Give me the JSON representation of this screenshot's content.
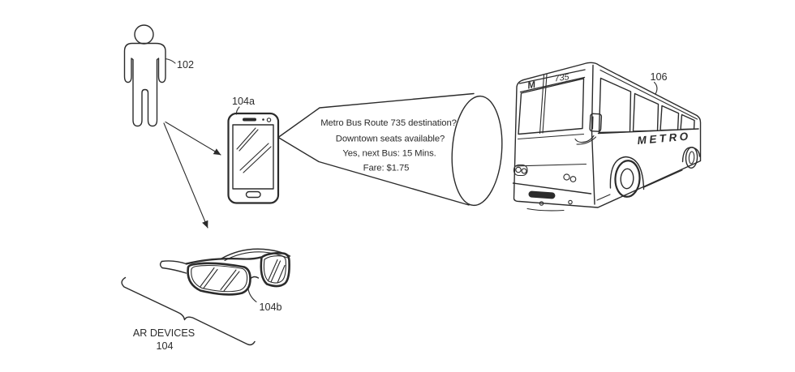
{
  "labels": {
    "person": "102",
    "phone": "104a",
    "glasses": "104b",
    "bus": "106",
    "ar_group_name": "AR DEVICES",
    "ar_group_number": "104"
  },
  "speech_bubble": {
    "line1": "Metro Bus Route 735 destination?",
    "line2": "Downtown seats available?",
    "line3": "Yes, next Bus: 15 Mins.",
    "line4": "Fare: $1.75"
  },
  "bus": {
    "headsign_letter": "M",
    "headsign_route": "735",
    "brand": "METRO"
  },
  "colors": {
    "ink": "#2b2b2b",
    "background": "#ffffff"
  }
}
